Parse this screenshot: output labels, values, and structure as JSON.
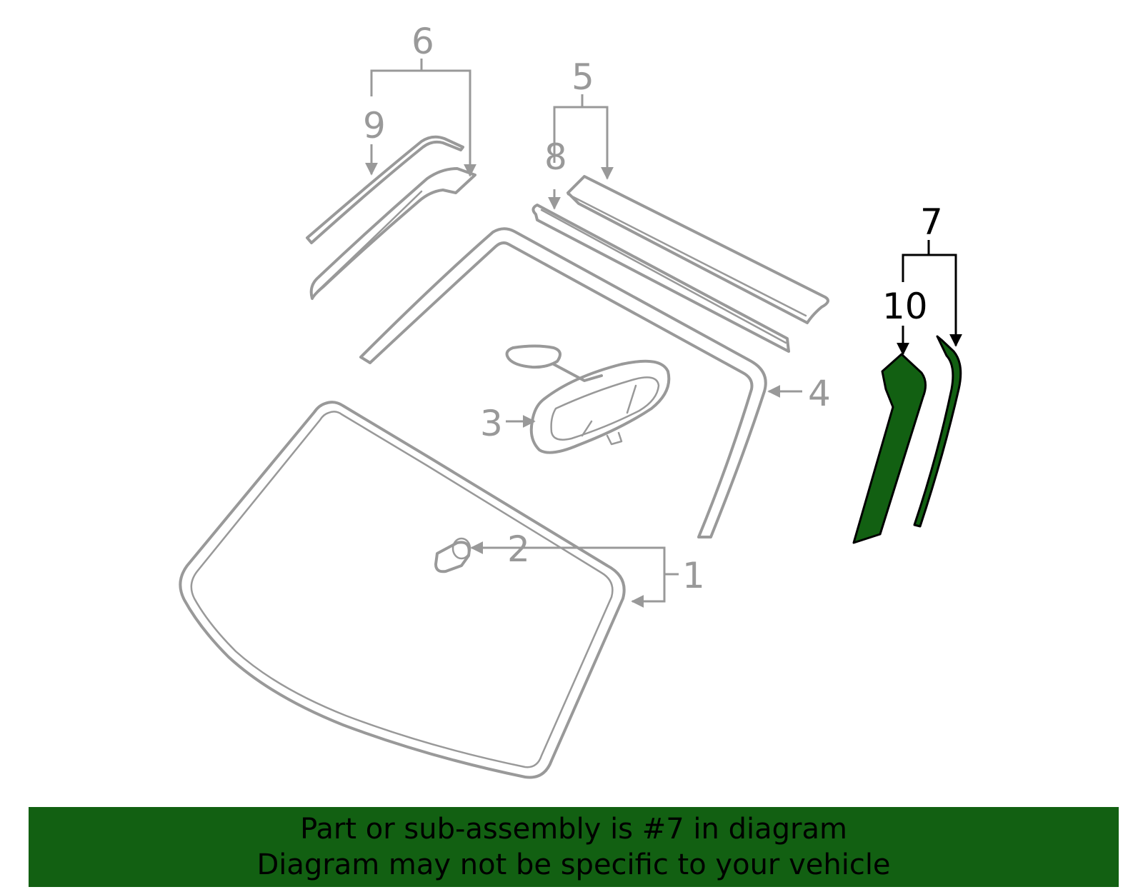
{
  "callouts": {
    "c1": "1",
    "c2": "2",
    "c3": "3",
    "c4": "4",
    "c5": "5",
    "c6": "6",
    "c7": "7",
    "c8": "8",
    "c9": "9",
    "c10": "10"
  },
  "highlighted_callout": "7",
  "colors": {
    "highlight_fill": "#126012",
    "outline_gray": "#999999",
    "callout_gray": "#999999",
    "callout_highlight": "#000000"
  },
  "banner": {
    "line1": "Part or sub-assembly is #7 in diagram",
    "line2": "Diagram may not be specific to your vehicle"
  }
}
